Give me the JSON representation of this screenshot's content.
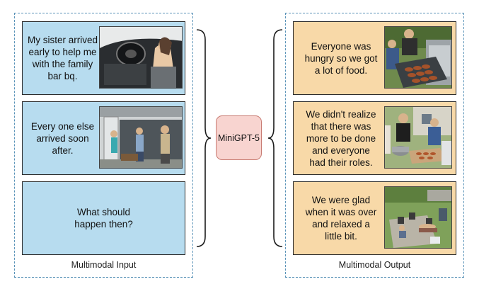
{
  "input": {
    "label": "Multimodal Input",
    "cards": [
      {
        "text": "My sister arrived\nearly to help me\nwith the family\nbar bq."
      },
      {
        "text": "Every one else\narrived soon\nafter."
      },
      {
        "text": "What should\nhappen then?"
      }
    ]
  },
  "model": {
    "label": "MiniGPT-5"
  },
  "output": {
    "label": "Multimodal Output",
    "cards": [
      {
        "text": "Everyone was\nhungry so we got\na lot of food."
      },
      {
        "text": "We didn't realize\nthat there was\nmore to be done\nand everyone\nhad their roles."
      },
      {
        "text": "We were glad\nwhen it was over\nand relaxed a\nlittle bit."
      }
    ]
  },
  "colors": {
    "input_card": "#b7dcef",
    "output_card": "#f8d9a8",
    "model_box": "#f8d4d0",
    "panel_border": "#5a93b8"
  }
}
